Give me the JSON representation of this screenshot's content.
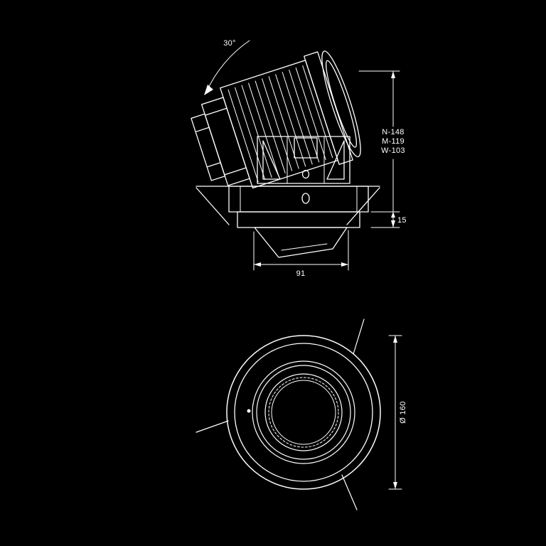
{
  "side_view": {
    "tilt_label": "30°",
    "height_labels": [
      "N-148",
      "M-119",
      "W-103"
    ],
    "trim_thickness_label": "15",
    "width_label": "91"
  },
  "plan_view": {
    "diameter_label": "Ø 160"
  },
  "colors": {
    "background": "#000000",
    "line": "#ffffff"
  }
}
